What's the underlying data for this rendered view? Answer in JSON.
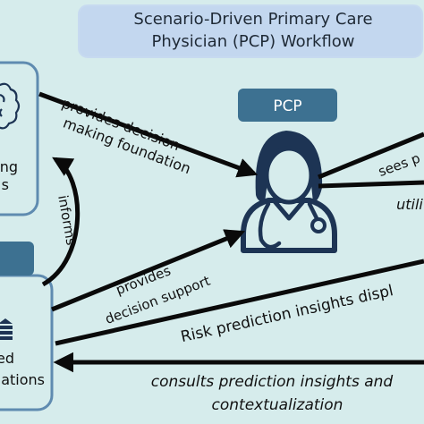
{
  "title": {
    "line1": "Scenario-Driven Primary Care",
    "line2": "Physician (PCP) Workflow"
  },
  "pcp": {
    "label": "PCP"
  },
  "left_top_box": {
    "line1": "ing",
    "line2": "s"
  },
  "left_bottom_box": {
    "line1": "ed",
    "line2": "ations"
  },
  "arrows": {
    "provides_foundation": {
      "line1": "provides decision-",
      "line2": "making foundation"
    },
    "informs": "informs",
    "decision_support": {
      "line1": "provides",
      "line2": "decision support"
    },
    "risk_insights": "Risk prediction insights displ",
    "consults": {
      "line1": "consults prediction insights and",
      "line2": "contextualization"
    },
    "sees": "sees p",
    "utilizes": "utili"
  },
  "colors": {
    "background": "#d6ecec",
    "title_box_fill": "#c3d7ef",
    "pcp_badge": "#3d7191",
    "node_border": "#5f8bb0",
    "ink": "#0a0a0a",
    "navy": "#1d3454"
  }
}
